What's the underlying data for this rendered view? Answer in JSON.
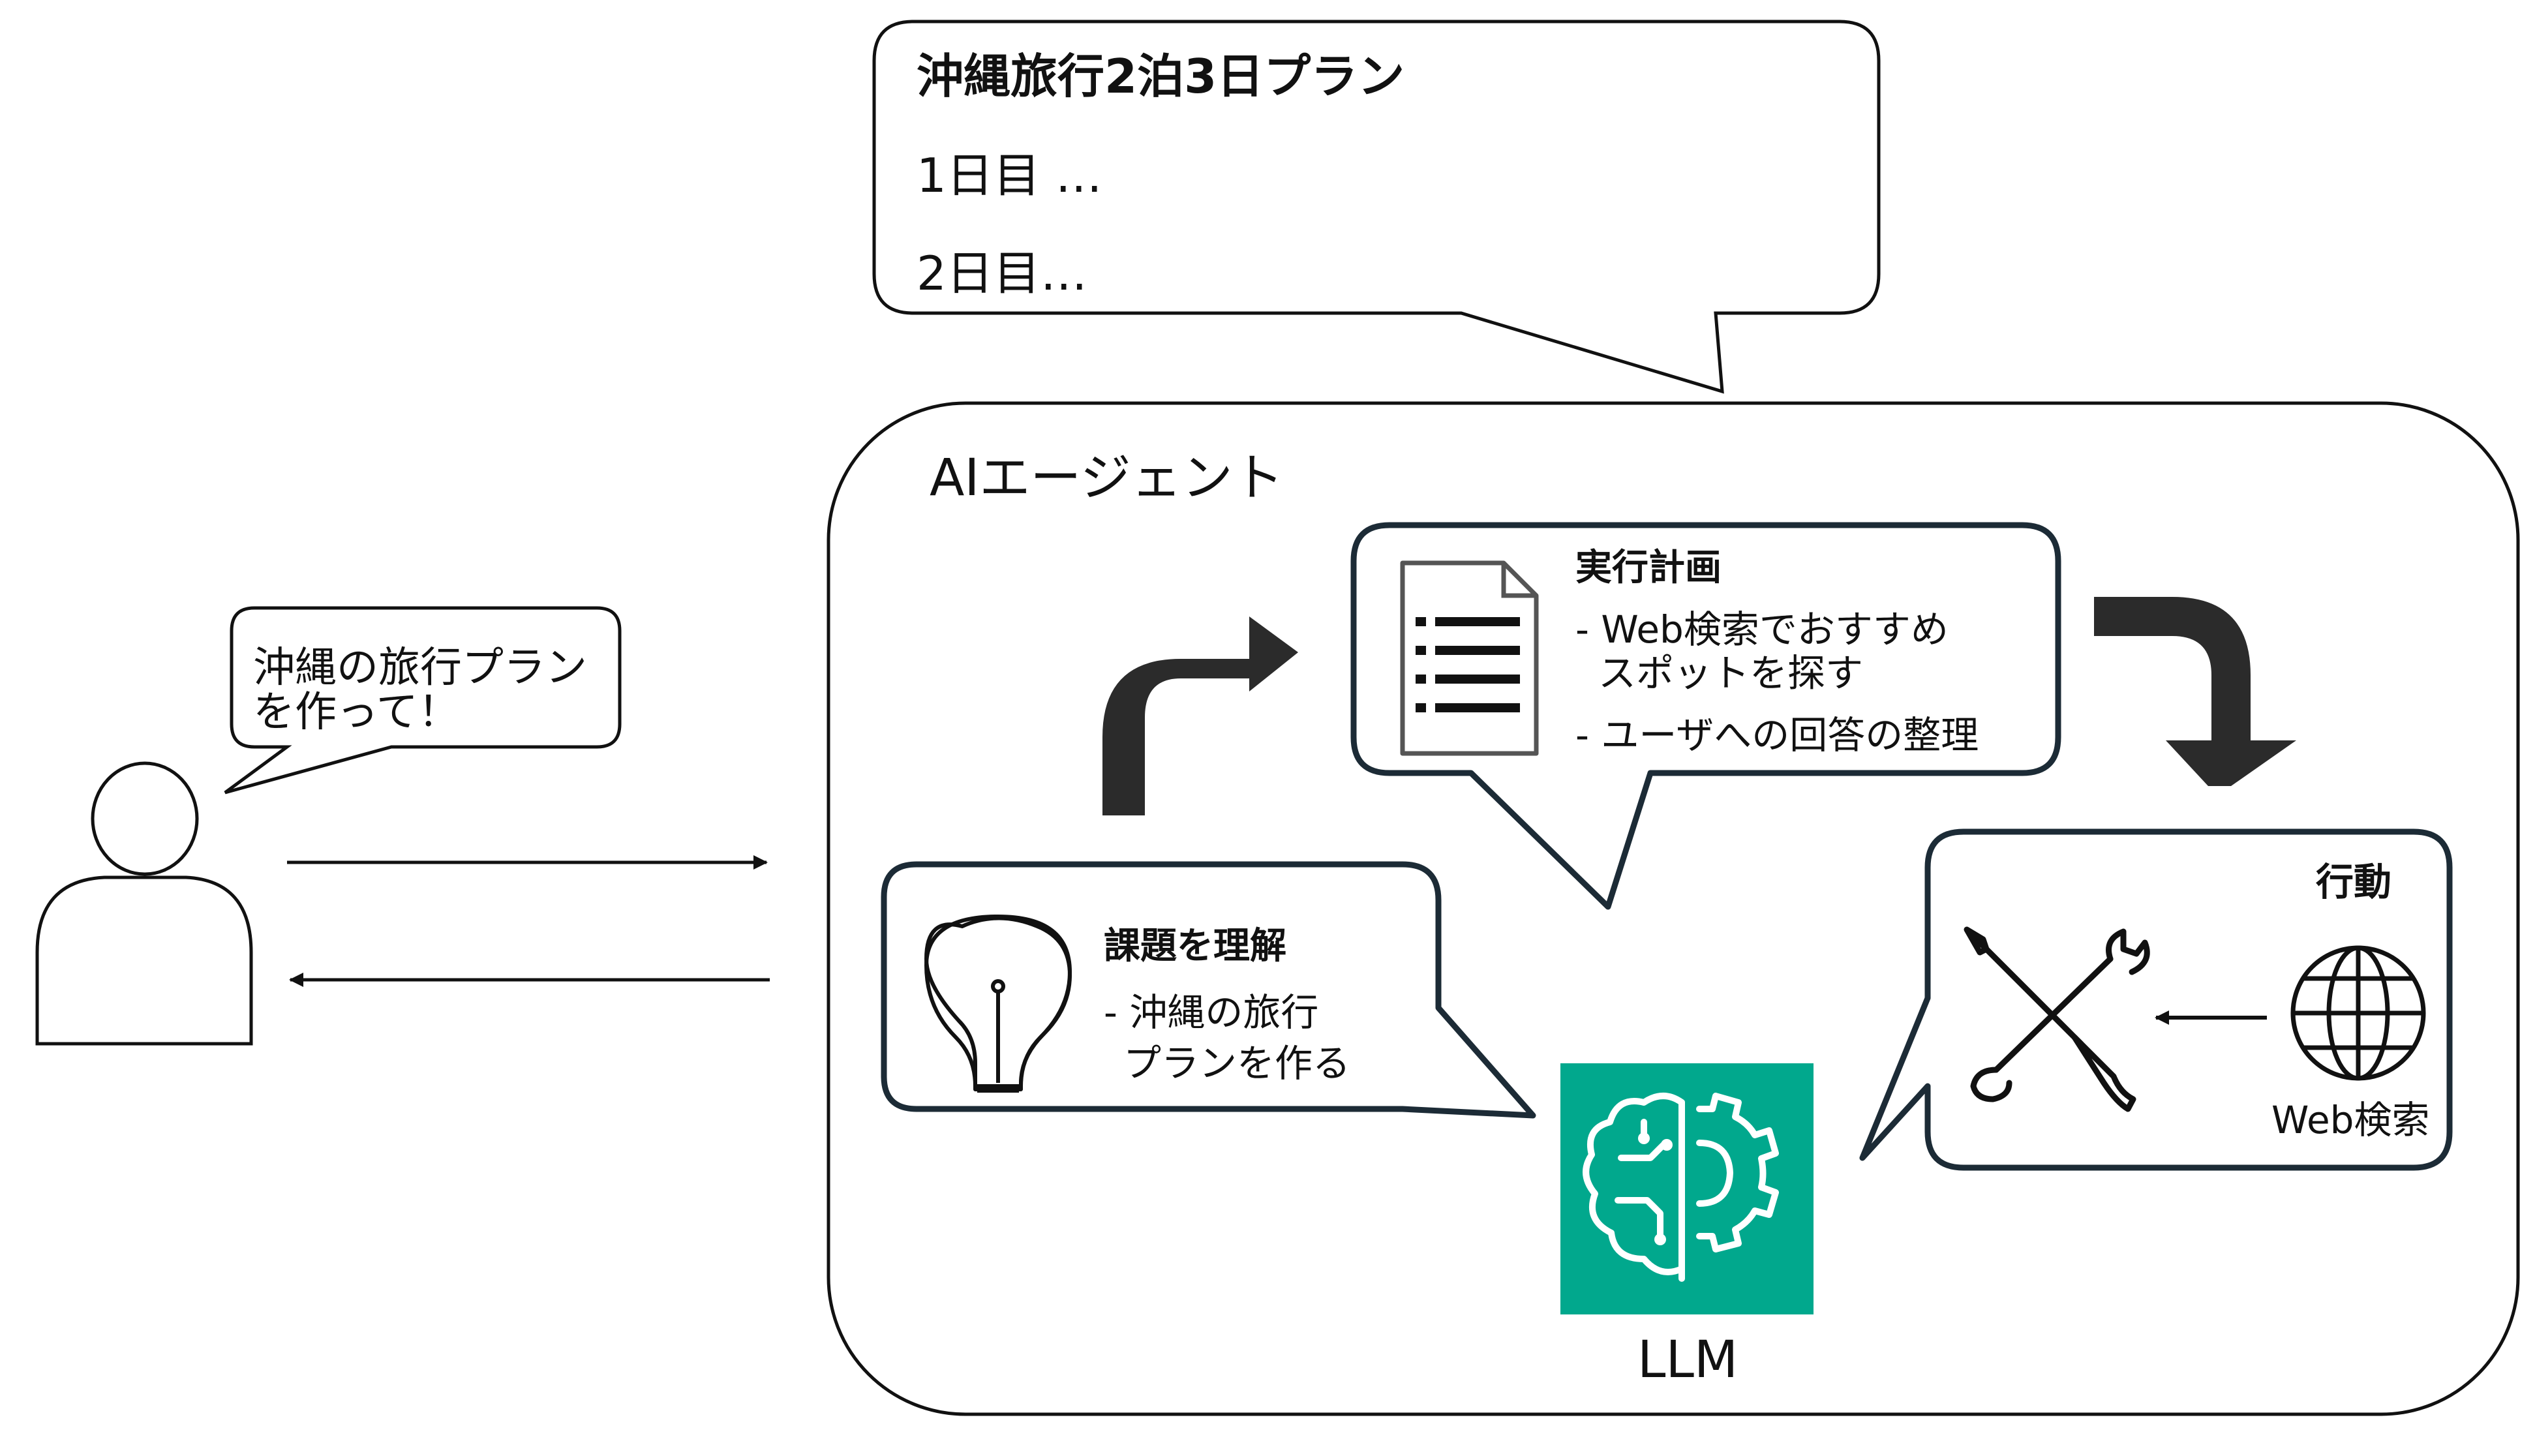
{
  "output_bubble": {
    "title": "沖縄旅行2泊3日プラン",
    "day1": "1日目 …",
    "day2": "2日目…"
  },
  "agent": {
    "label": "AIエージェント"
  },
  "user": {
    "speech_line1": "沖縄の旅行プラン",
    "speech_line2": "を作って！"
  },
  "understand": {
    "title": "課題を理解",
    "line1": "- 沖縄の旅行",
    "line2": "プランを作る"
  },
  "plan": {
    "title": "実行計画",
    "item1_line1": "- Web検索でおすすめ",
    "item1_line2": "スポットを探す",
    "item2": "- ユーザへの回答の整理"
  },
  "action": {
    "title": "行動",
    "web_search_label": "Web検索"
  },
  "llm": {
    "label": "LLM",
    "icon_color": "#01a88d"
  },
  "colors": {
    "line": "#111111",
    "bubble_border": "#1c2b36",
    "arrow_fill": "#2b2b2b"
  }
}
